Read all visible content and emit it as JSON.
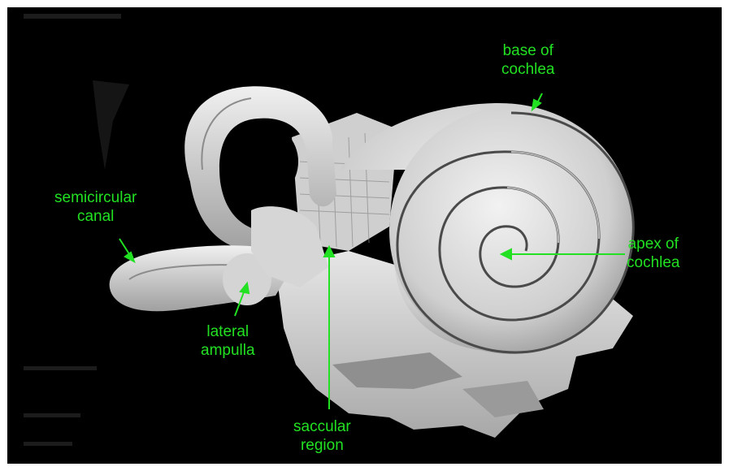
{
  "image": {
    "subject": "inner-ear-3d-render",
    "background_color": "#000000",
    "frame_color": "#ffffff",
    "label_color": "#22e022",
    "structure_color": "#d8d8d8"
  },
  "labels": {
    "base_of_cochlea": {
      "line1": "base of",
      "line2": "cochlea"
    },
    "semicircular_canal": {
      "line1": "semicircular",
      "line2": "canal"
    },
    "apex_of_cochlea": {
      "line1": "apex of",
      "line2": "cochlea"
    },
    "lateral_ampulla": {
      "line1": "lateral",
      "line2": "ampulla"
    },
    "saccular_region": {
      "line1": "saccular",
      "line2": "region"
    }
  }
}
